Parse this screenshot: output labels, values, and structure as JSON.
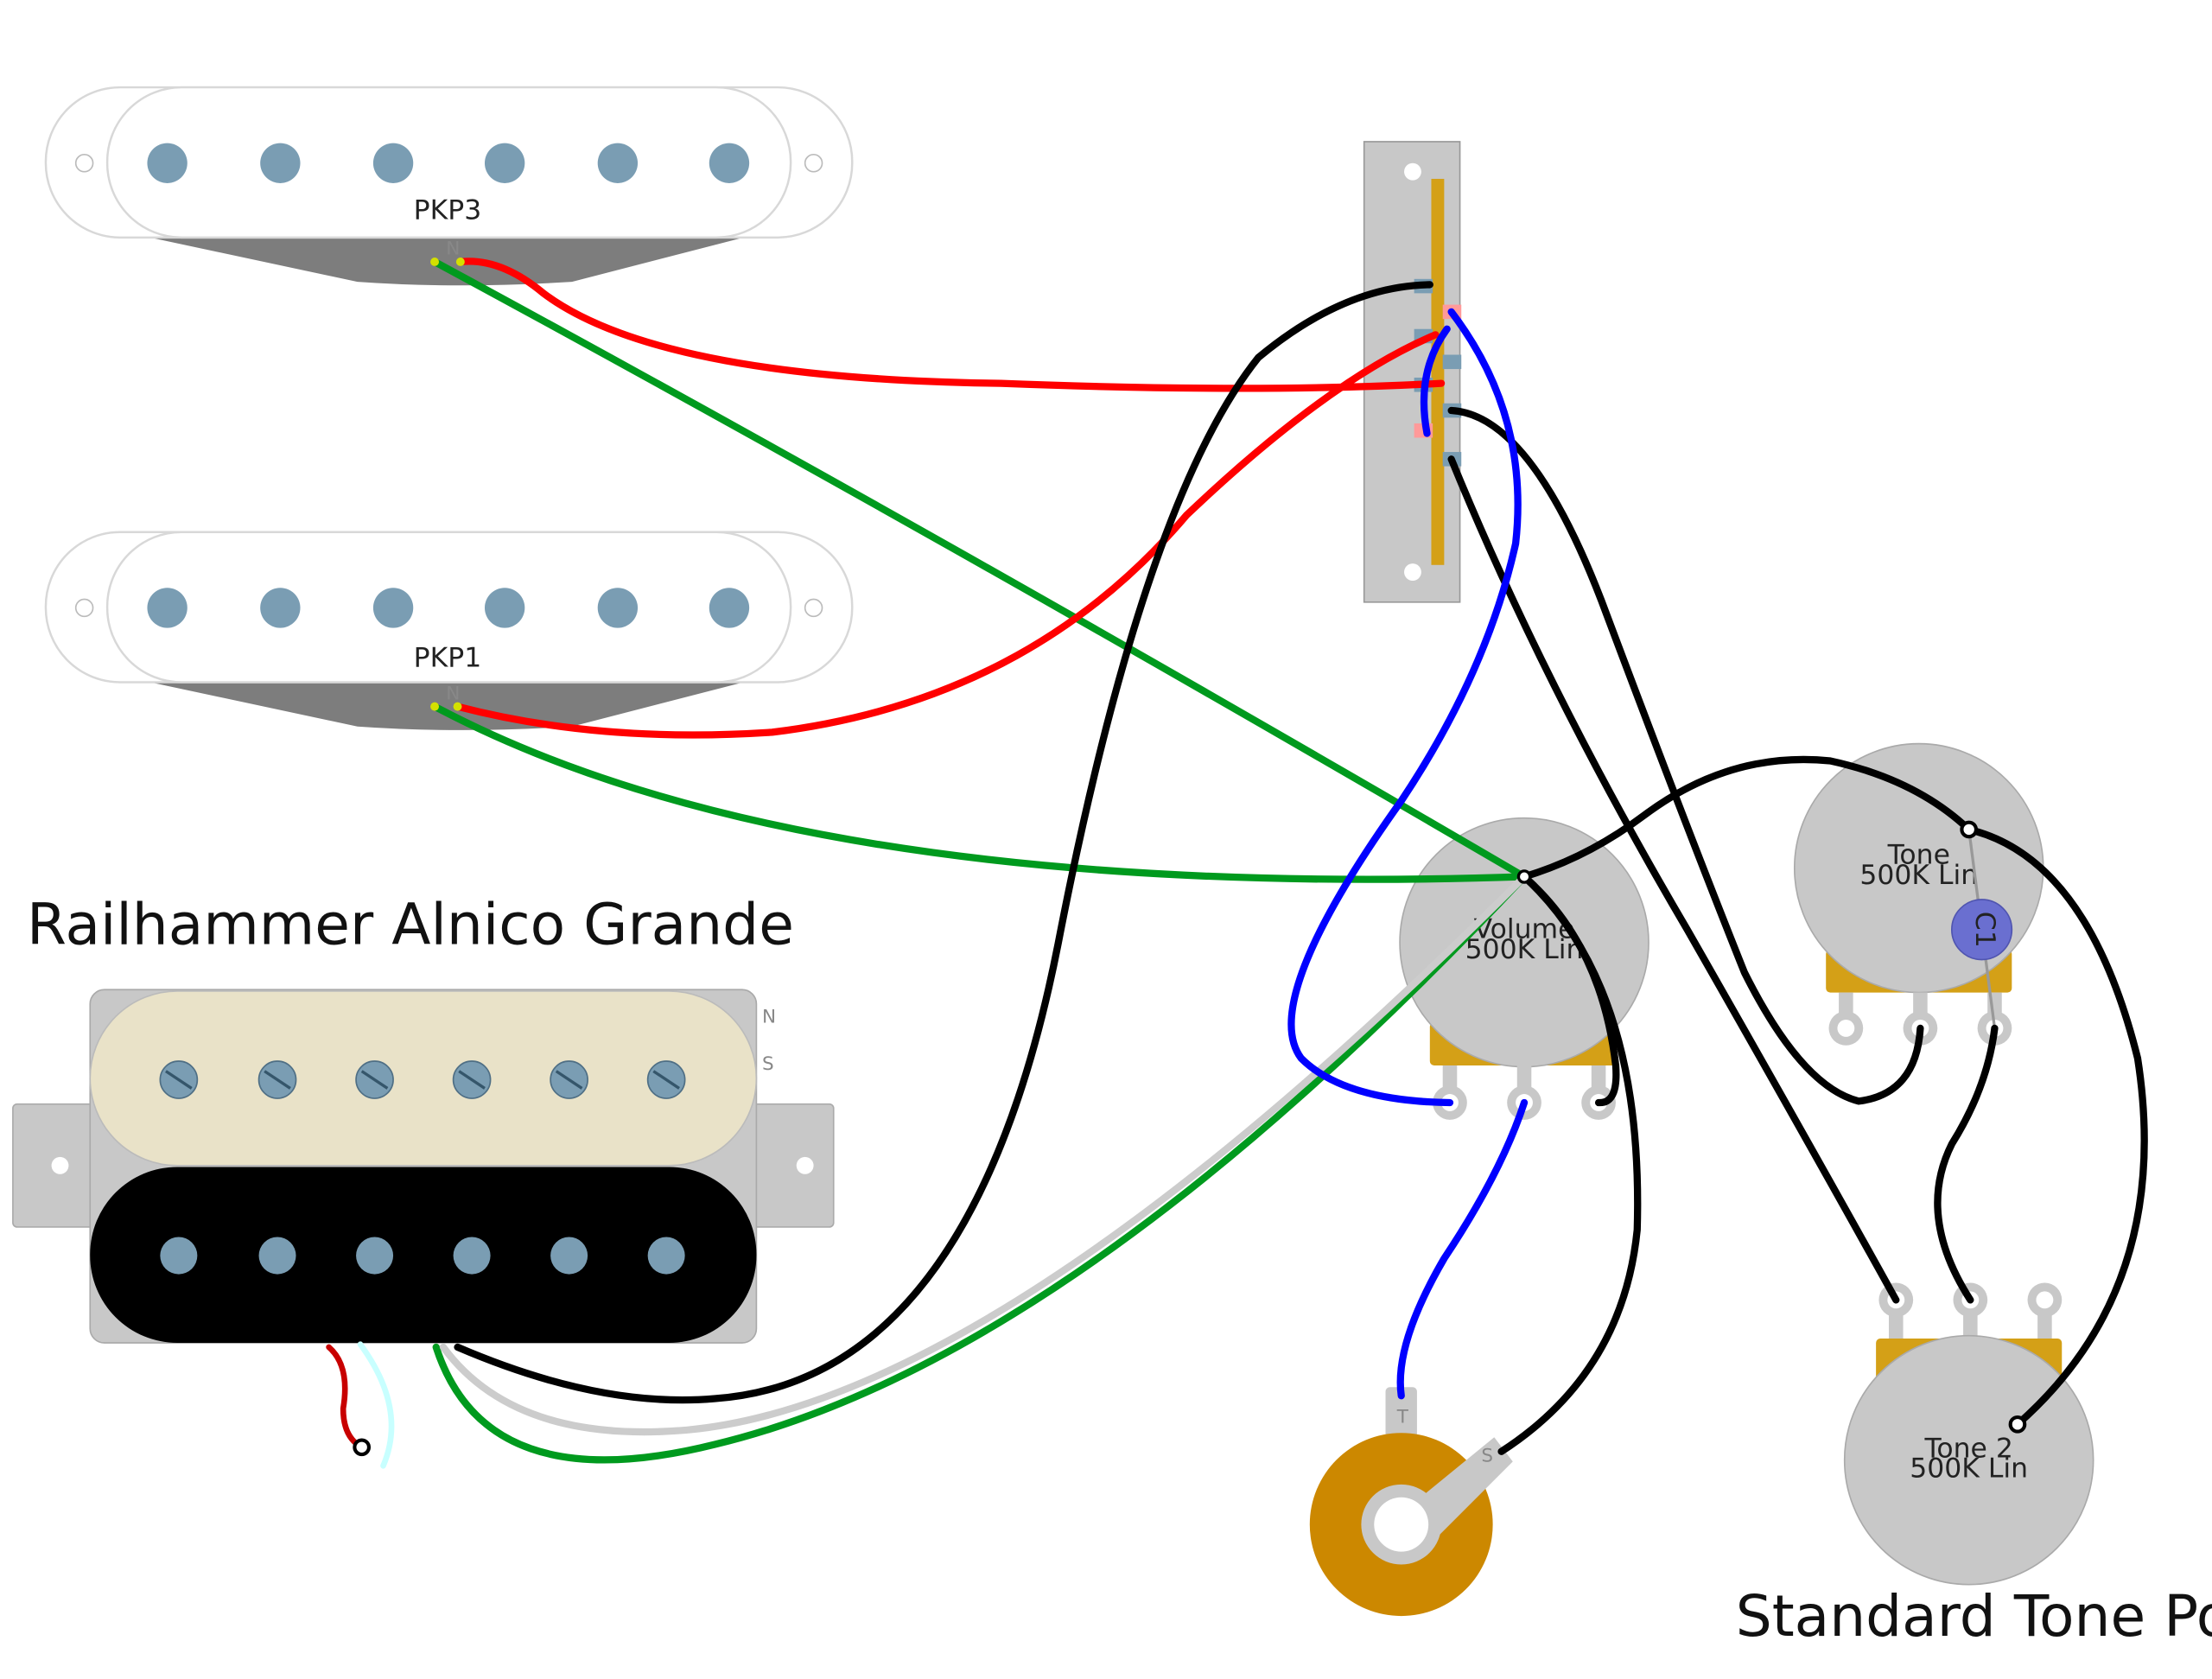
{
  "labels": {
    "pkp3": "PKP3",
    "pkp1": "PKP1",
    "humbucker_title": "Railhammer Alnico Grande",
    "volume_name": "Volume",
    "volume_value": "500K Lin",
    "tone_name": "Tone",
    "tone_value": "500K Lin",
    "tone2_name": "Tone 2",
    "tone2_value": "500K Lin",
    "cap": "C1",
    "standard_tone_pot": "Standard Tone Pot",
    "single_pole_n": "N",
    "hb_n": "N",
    "hb_s": "S",
    "jack_tip": "T",
    "jack_sleeve": "S"
  },
  "colors": {
    "hot_red": "#ff0000",
    "ground_green": "#009a1e",
    "black_wire": "#000000",
    "blue_wire": "#0000ff",
    "white_wire": "#cccccc",
    "pot_body": "#c8c8c8",
    "pot_base": "#d4a017",
    "jack_ring": "#cc8800",
    "pole_blue": "#7a9db3",
    "cream_coil": "#e9e2c8",
    "cap_blue": "#6a6fd0"
  }
}
